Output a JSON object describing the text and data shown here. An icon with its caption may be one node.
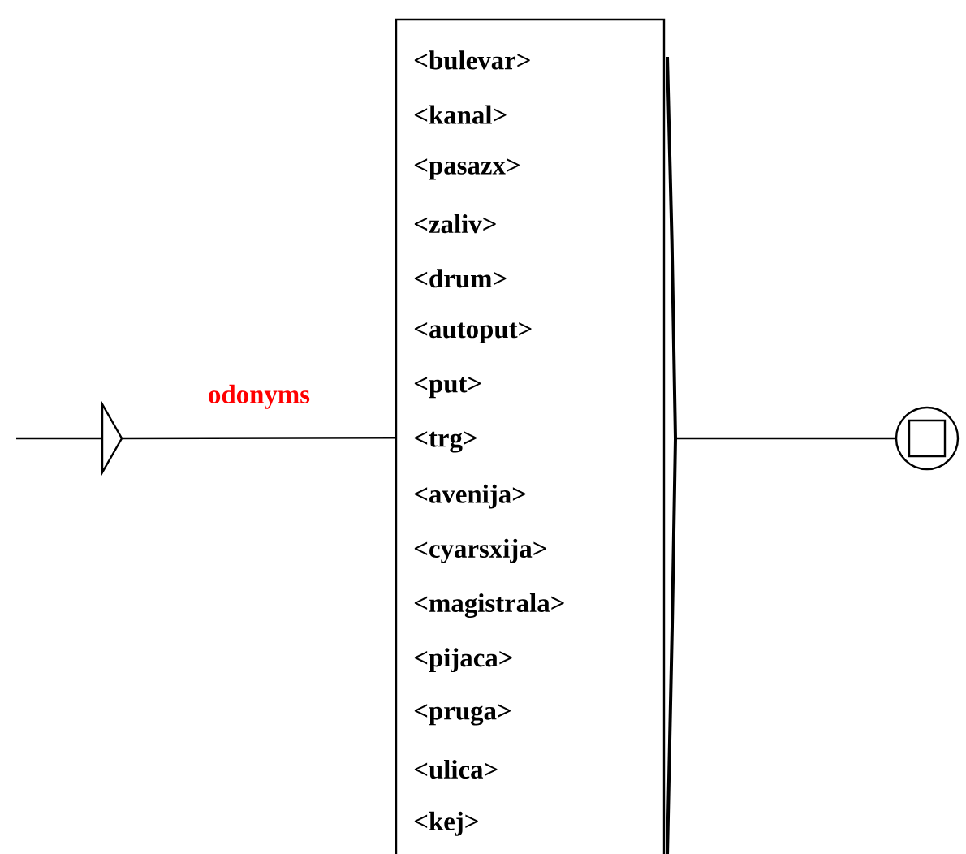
{
  "diagram": {
    "nodes": [
      {
        "text": [],
        "shape": "triangle"
      },
      {
        "text": [
          "<bulevar>",
          "<kanal>",
          "<pasazx>",
          "<zaliv>",
          "<drum>",
          "<autoput>",
          "<put>",
          "<trg>",
          "<avenija>",
          "<cyarsxija>",
          "<magistrala>",
          "<pijaca>",
          "<pruga>",
          "<ulica>",
          "<kej>"
        ]
      },
      {
        "text": [],
        "shape": "circle"
      }
    ],
    "edges": [
      {
        "from": 0,
        "to": 1,
        "arrow": "none",
        "label": "odonyms"
      },
      {
        "from": 1,
        "to": 2,
        "arrow": "none"
      }
    ]
  }
}
